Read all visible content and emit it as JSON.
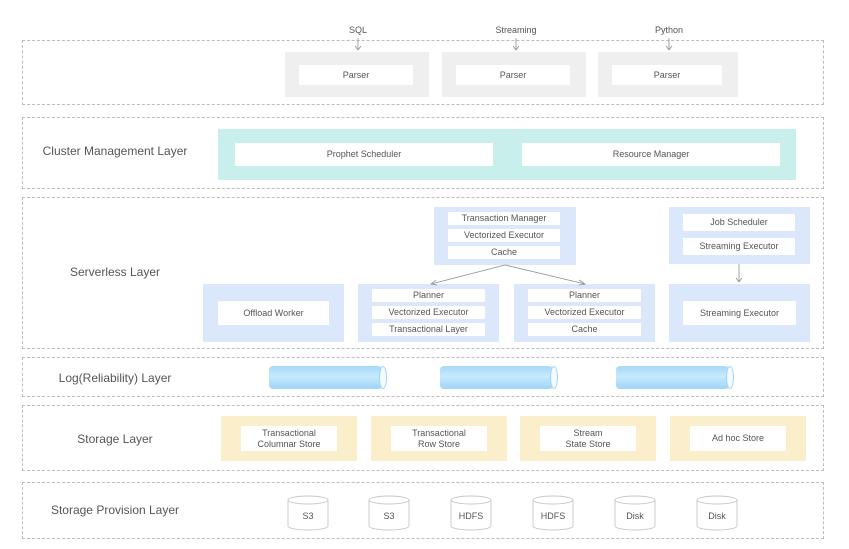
{
  "inputs": [
    {
      "label": "SQL",
      "parser": "Parser"
    },
    {
      "label": "Streaming",
      "parser": "Parser"
    },
    {
      "label": "Python",
      "parser": "Parser"
    }
  ],
  "layers": {
    "cluster": "Cluster Management Layer",
    "serverless": "Serverless Layer",
    "log": "Log(Reliability) Layer",
    "storage": "Storage Layer",
    "provision": "Storage Provision Layer"
  },
  "cluster": {
    "scheduler": "Prophet Scheduler",
    "resource_manager": "Resource Manager"
  },
  "serverless": {
    "coordinator": {
      "transaction_manager": "Transaction Manager",
      "vectorized_executor": "Vectorized Executor",
      "cache": "Cache"
    },
    "job": {
      "job_scheduler": "Job Scheduler",
      "streaming_executor": "Streaming Executor"
    },
    "offload_worker": "Offload Worker",
    "worker_a": {
      "planner": "Planner",
      "vectorized_executor": "Vectorized Executor",
      "transactional_layer": "Transactional Layer"
    },
    "worker_b": {
      "planner": "Planner",
      "vectorized_executor": "Vectorized Executor",
      "cache": "Cache"
    },
    "streaming_executor": "Streaming Executor"
  },
  "storage": {
    "columnar": [
      "Transactional",
      "Columnar Store"
    ],
    "row": [
      "Transactional",
      "Row Store"
    ],
    "stream": [
      "Stream",
      "State Store"
    ],
    "adhoc": "Ad hoc Store"
  },
  "provision": [
    "S3",
    "S3",
    "HDFS",
    "HDFS",
    "Disk",
    "Disk"
  ],
  "colors": {
    "parser_bg": "#efefef",
    "cluster_bg": "#c8efeb",
    "serverless_bg": "#dbe8fb",
    "storage_bg": "#faeecb",
    "log_cylinder": "#a6d9f9",
    "dashed_border": "#bdbdbd"
  },
  "icons": [
    "down-arrow-icon",
    "log-cylinder-icon",
    "storage-drum-icon"
  ]
}
